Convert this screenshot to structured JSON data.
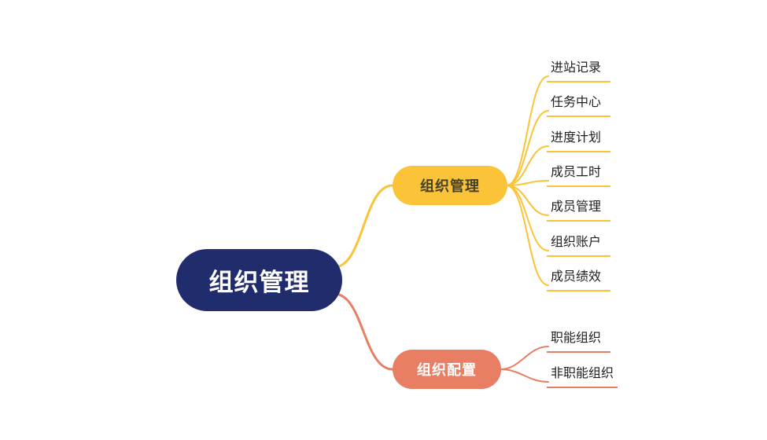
{
  "root": {
    "label": "组织管理",
    "bg": "#212c6d",
    "text_color": "#ffffff"
  },
  "branches": [
    {
      "label": "组织管理",
      "color": "#fbc337",
      "text_color": "#45402a",
      "children": [
        {
          "label": "进站记录"
        },
        {
          "label": "任务中心"
        },
        {
          "label": "进度计划"
        },
        {
          "label": "成员工时"
        },
        {
          "label": "成员管理"
        },
        {
          "label": "组织账户"
        },
        {
          "label": "成员绩效"
        }
      ]
    },
    {
      "label": "组织配置",
      "color": "#e87e63",
      "text_color": "#ffffff",
      "children": [
        {
          "label": "职能组织"
        },
        {
          "label": "非职能组织"
        }
      ]
    }
  ]
}
